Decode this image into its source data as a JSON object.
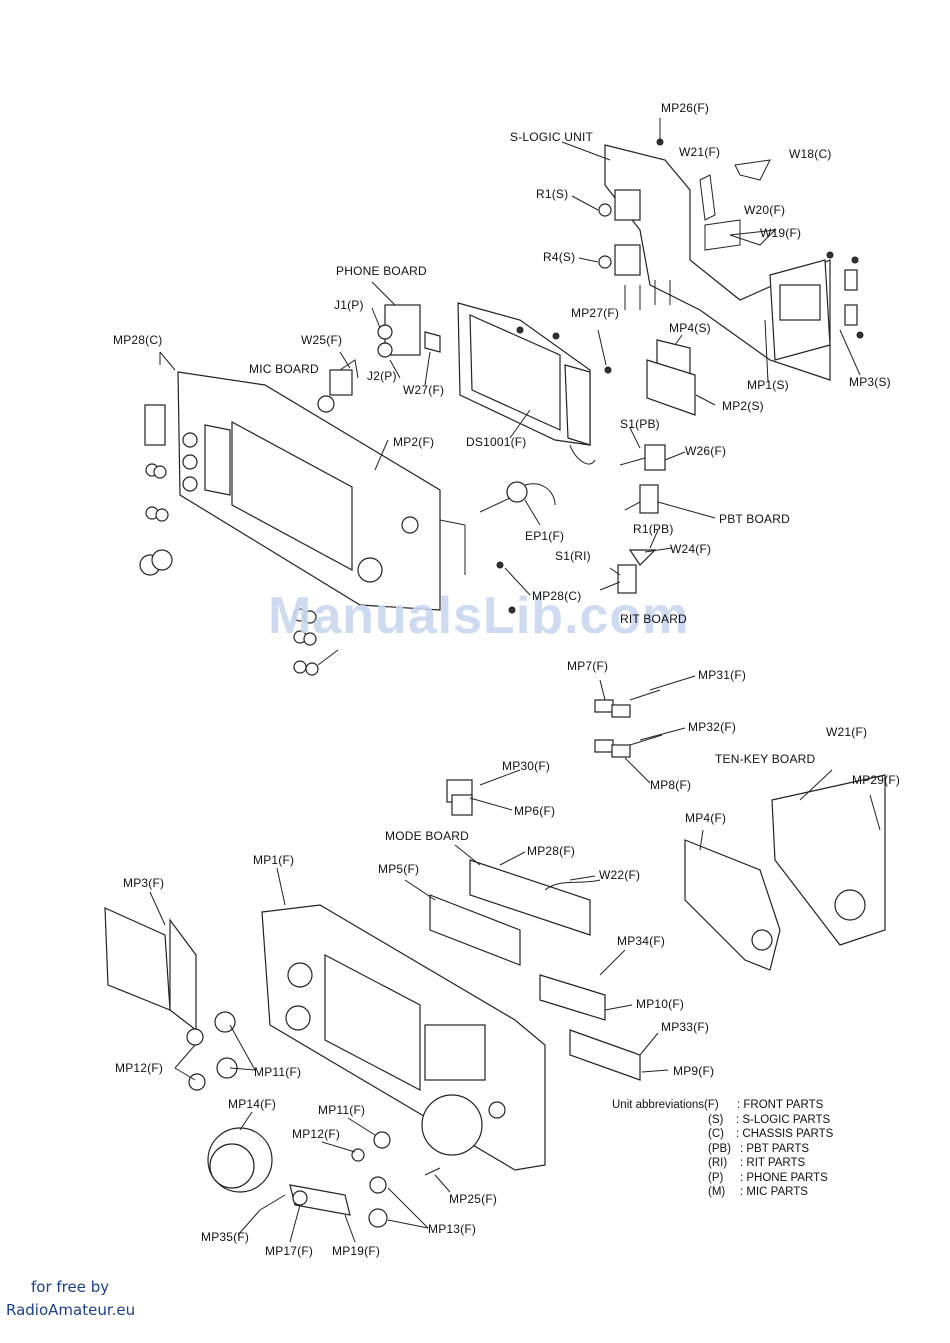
{
  "labels": {
    "mp26f": "MP26(F)",
    "slogic": "S-LOGIC UNIT",
    "w21f_top": "W21(F)",
    "w18c": "W18(C)",
    "r1s": "R1(S)",
    "w20f": "W20(F)",
    "w19f": "W19(F)",
    "r4s": "R4(S)",
    "phone_board": "PHONE BOARD",
    "j1p": "J1(P)",
    "mp27f": "MP27(F)",
    "mp4s": "MP4(S)",
    "mp28c_top": "MP28(C)",
    "w25f": "W25(F)",
    "mic_board": "MIC BOARD",
    "j2p": "J2(P)",
    "w27f": "W27(F)",
    "mp1s": "MP1(S)",
    "mp3s": "MP3(S)",
    "mp2s": "MP2(S)",
    "mp2f_top": "MP2(F)",
    "ds1001f": "DS1001(F)",
    "s1pb": "S1(PB)",
    "w26f": "W26(F)",
    "pbt_board": "PBT BOARD",
    "ep1f": "EP1(F)",
    "r1pb": "R1(PB)",
    "s1ri": "S1(RI)",
    "w24f": "W24(F)",
    "mp28c_mid": "MP28(C)",
    "rit_board": "RIT BOARD",
    "mp7f": "MP7(F)",
    "mp31f": "MP31(F)",
    "mp32f": "MP32(F)",
    "mp8f": "MP8(F)",
    "ten_key": "TEN-KEY BOARD",
    "w21f_bot": "W21(F)",
    "mp29f": "MP29(F)",
    "mp30f": "MP30(F)",
    "mp6f": "MP6(F)",
    "mp4f": "MP4(F)",
    "mode_board": "MODE BOARD",
    "mp28f": "MP28(F)",
    "mp1f": "MP1(F)",
    "mp5f": "MP5(F)",
    "w22f": "W22(F)",
    "mp3f": "MP3(F)",
    "mp34f": "MP34(F)",
    "mp10f": "MP10(F)",
    "mp33f": "MP33(F)",
    "mp12f_left": "MP12(F)",
    "mp11f_left": "MP11(F)",
    "mp9f": "MP9(F)",
    "mp14f": "MP14(F)",
    "mp11f_bot": "MP11(F)",
    "mp12f_bot": "MP12(F)",
    "mp25f": "MP25(F)",
    "mp13f": "MP13(F)",
    "mp35f": "MP35(F)",
    "mp17f": "MP17(F)",
    "mp19f": "MP19(F)"
  },
  "legend": {
    "title_code": "Unit abbreviations(F)",
    "rows": [
      {
        "code": "(S)",
        "desc": ": S-LOGIC PARTS"
      },
      {
        "code": "(C)",
        "desc": ": CHASSIS PARTS"
      },
      {
        "code": "(PB)",
        "desc": ": PBT PARTS"
      },
      {
        "code": "(RI)",
        "desc": ": RIT PARTS"
      },
      {
        "code": "(P)",
        "desc": ": PHONE PARTS"
      },
      {
        "code": "(M)",
        "desc": ": MIC PARTS"
      }
    ],
    "title_desc": ": FRONT PARTS"
  },
  "watermark": "ManualsLib.com",
  "footer": {
    "line1": "for free by",
    "line2": "RadioAmateur.eu"
  }
}
